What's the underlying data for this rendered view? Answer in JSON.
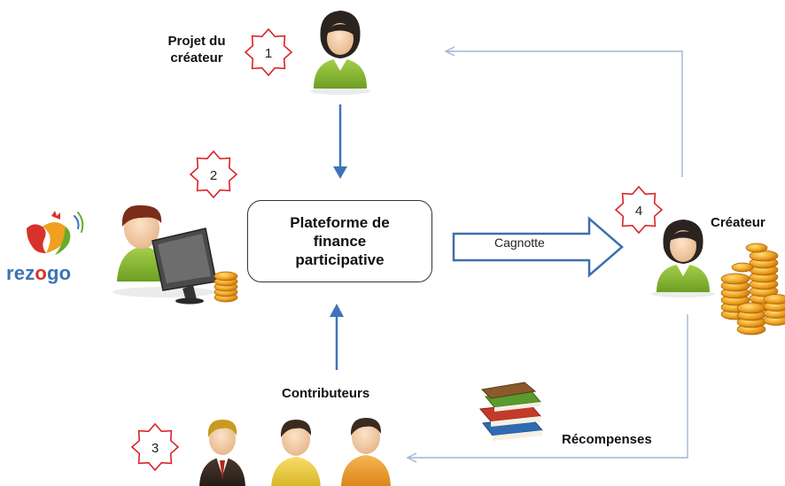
{
  "logo": {
    "part1": "rez",
    "part2": "o",
    "part3": "go"
  },
  "steps": [
    {
      "number": "1",
      "label": "Projet du\ncréateur"
    },
    {
      "number": "2"
    },
    {
      "number": "3",
      "label": "Contributeurs"
    },
    {
      "number": "4",
      "label": "Créateur"
    }
  ],
  "platform_label": "Plateforme de\nfinance\nparticipative",
  "flow_labels": {
    "cagnotte": "Cagnotte",
    "recompenses": "Récompenses"
  },
  "colors": {
    "star_outline": "#d9242a",
    "arrow_blue": "#3f73b8",
    "thin_line": "#9fb7d4",
    "coin_gold": "#f0a020",
    "green_shirt": "#8cbf3a",
    "logo_blue": "#3a74b5",
    "logo_red": "#d7332a",
    "logo_green": "#6aaa2d"
  }
}
